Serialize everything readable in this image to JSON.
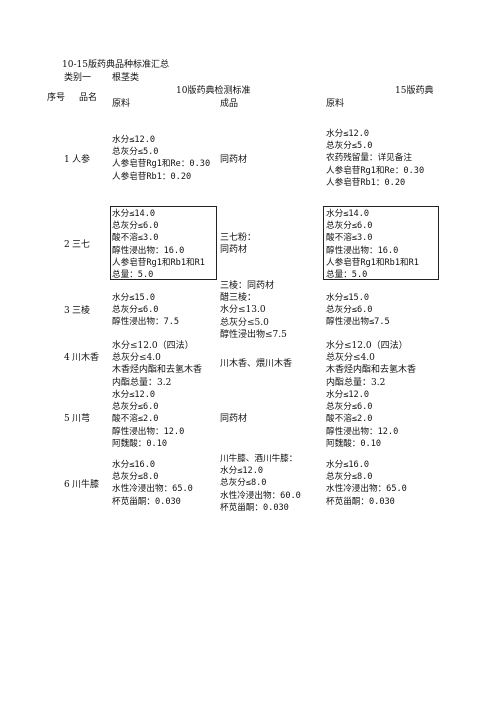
{
  "title": "10-15版药典品种标准汇总",
  "category_label": "类别一",
  "category_value": "根茎类",
  "headers": {
    "seq": "序号",
    "name": "品名",
    "std10": "10版药典检测标准",
    "std15": "15版药典",
    "raw10": "原料",
    "prod10": "成品",
    "raw15": "原料"
  },
  "rows": [
    {
      "no": "1",
      "name": "人参",
      "raw10": [
        "水分≤12.0",
        "总灰分≤5.0",
        "人参皂苷Rg1和Re：0.30",
        "人参皂苷Rb1：0.20"
      ],
      "prod10": [
        "同药材"
      ],
      "raw15": [
        "水分≤12.0",
        "总灰分≤5.0",
        "农药残留量：详见备注",
        "人参皂苷Rg1和Re：0.30",
        "人参皂苷Rb1：0.20"
      ]
    },
    {
      "no": "2",
      "name": "三七",
      "raw10": [
        "水分≤14.0",
        "总灰分≤6.0",
        "酸不溶≤3.0",
        "醇性浸出物：16.0",
        "人参皂苷Rg1和Rb1和R1",
        "总量：5.0"
      ],
      "prod10": [
        "三七粉：",
        "同药材"
      ],
      "raw15": [
        "水分≤14.0",
        "总灰分≤6.0",
        "酸不溶≤3.0",
        "醇性浸出物：16.0",
        "人参皂苷Rg1和Rb1和R1",
        "总量：5.0"
      ]
    },
    {
      "no": "3",
      "name": "三棱",
      "raw10": [
        "水分≤15.0",
        "总灰分≤6.0",
        "醇性浸出物：7.5"
      ],
      "prod10": [
        "三棱：同药材",
        "醋三棱：",
        "水分≤13.0",
        "总灰分≤5.0",
        "醇性浸出物≤7.5"
      ],
      "raw15": [
        "水分≤15.0",
        "总灰分≤6.0",
        "醇性浸出物≤7.5"
      ]
    },
    {
      "no": "4",
      "name": "川木香",
      "raw10": [
        "水分≤12.0（四法）",
        "总灰分≤4.0",
        "木香烃内酯和去氢木香",
        "内酯总量：3.2"
      ],
      "prod10": [
        "川木香、煨川木香"
      ],
      "raw15": [
        "水分≤12.0（四法）",
        "总灰分≤4.0",
        "木香烃内酯和去氢木香",
        "内酯总量：3.2"
      ]
    },
    {
      "no": "5",
      "name": "川芎",
      "raw10": [
        "水分≤12.0",
        "总灰分≤6.0",
        "酸不溶≤2.0",
        "醇性浸出物：12.0",
        "阿魏酸：0.10"
      ],
      "prod10": [
        "同药材"
      ],
      "raw15": [
        "水分≤12.0",
        "总灰分≤6.0",
        "酸不溶≤2.0",
        "醇性浸出物：12.0",
        "阿魏酸：0.10"
      ]
    },
    {
      "no": "6",
      "name": "川牛膝",
      "raw10": [
        "水分≤16.0",
        "总灰分≤8.0",
        "水性冷浸出物：65.0",
        "杯苋甾酮：0.030"
      ],
      "prod10": [
        "川牛膝、酒川牛膝：",
        "水分≤12.0",
        "总灰分≤8.0",
        "水性冷浸出物：60.0",
        "杯苋甾酮：0.030"
      ],
      "raw15": [
        "水分≤16.0",
        "总灰分≤8.0",
        "水性冷浸出物：65.0",
        "杯苋甾酮：0.030"
      ]
    }
  ]
}
